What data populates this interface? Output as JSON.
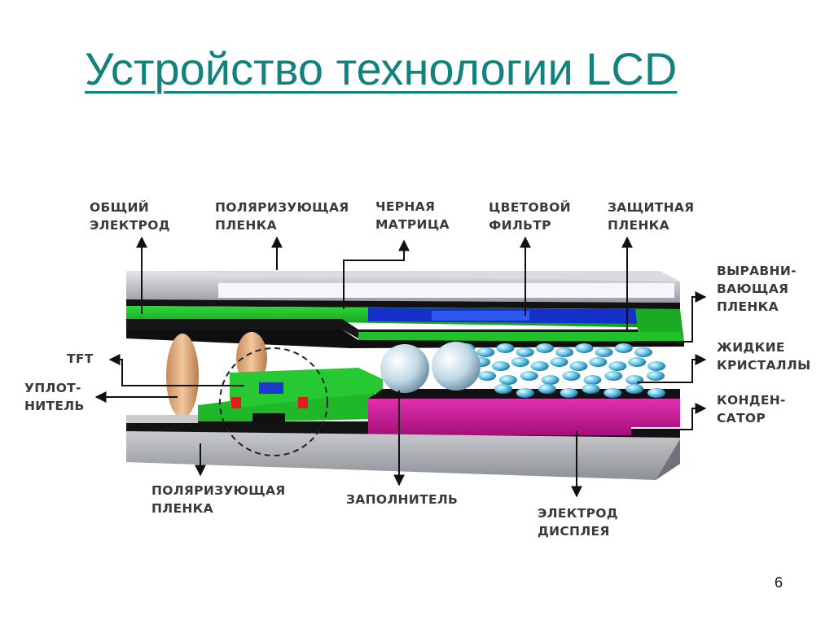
{
  "title": "Устройство технологии LCD",
  "page_number": "6",
  "labels": {
    "common_electrode": [
      "ОБЩИЙ",
      "ЭЛЕКТРОД"
    ],
    "polarizing_top": [
      "ПОЛЯРИЗУЮЩАЯ",
      "ПЛЕНКА"
    ],
    "black_matrix": [
      "ЧЕРНАЯ",
      "МАТРИЦА"
    ],
    "color_filter": [
      "ЦВЕТОВОЙ",
      "ФИЛЬТР"
    ],
    "protective": [
      "ЗАЩИТНАЯ",
      "ПЛЕНКА"
    ],
    "alignment": [
      "ВЫРАВНИ-",
      "ВАЮЩАЯ",
      "ПЛЕНКА"
    ],
    "liquid_crystals": [
      "ЖИДКИЕ",
      "КРИСТАЛЛЫ"
    ],
    "capacitor": [
      "КОНДЕН-",
      "САТОР"
    ],
    "tft": [
      "TFT"
    ],
    "sealant": [
      "УПЛОТ-",
      "НИТЕЛЬ"
    ],
    "polarizing_bottom": [
      "ПОЛЯРИЗУЮЩАЯ",
      "ПЛЕНКА"
    ],
    "filler": [
      "ЗАПОЛНИТЕЛЬ"
    ],
    "display_electrode": [
      "ЭЛЕКТРОД",
      "ДИСПЛЕЯ"
    ]
  },
  "colors": {
    "title": "#12827d",
    "green": "#1fbf2a",
    "blue": "#1530c8",
    "magenta": "#c0198e",
    "gray": "#a9aaad"
  }
}
